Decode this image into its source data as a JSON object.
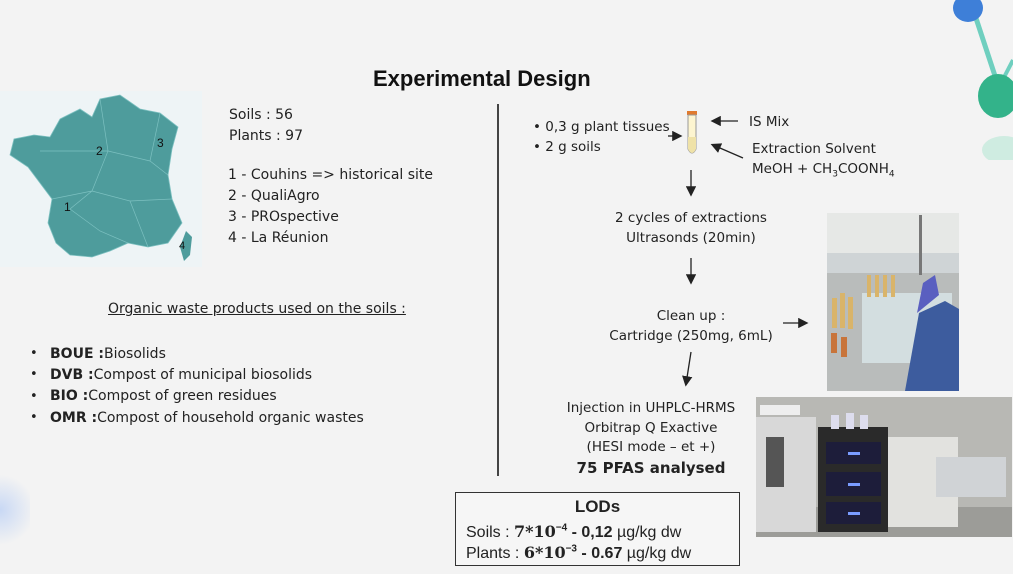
{
  "title": "Experimental Design",
  "map": {
    "labels": [
      "1",
      "2",
      "3",
      "4"
    ]
  },
  "samples": {
    "soils": "Soils : 56",
    "plants": "Plants : 97"
  },
  "sites": [
    "1 - Couhins => historical site",
    "2 - QualiAgro",
    "3 - PROspective",
    "4 - La Réunion"
  ],
  "organic_waste": {
    "heading": "Organic waste products used on the soils :",
    "items": [
      {
        "code": "BOUE :",
        "desc": " Biosolids"
      },
      {
        "code": "DVB :",
        "desc": " Compost of municipal biosolids"
      },
      {
        "code": "BIO :",
        "desc": " Compost of green residues"
      },
      {
        "code": "OMR :",
        "desc": " Compost of household organic wastes"
      }
    ]
  },
  "workflow": {
    "inputs": [
      "0,3 g  plant tissues",
      "2 g soils"
    ],
    "is_mix": "IS Mix",
    "extraction_solvent": "Extraction Solvent",
    "solvent_formula": {
      "a": "MeOH + CH",
      "s1": "3",
      "b": "COONH",
      "s2": "4"
    },
    "step1": [
      "2 cycles of extractions",
      "Ultrasonds (20min)"
    ],
    "step2": [
      "Clean up :",
      "Cartridge (250mg, 6mL)"
    ],
    "step3": [
      "Injection in UHPLC-HRMS",
      "Orbitrap Q Exactive",
      "(HESI mode – et +)"
    ],
    "step3_bold": "75 PFAS analysed"
  },
  "lods": {
    "title": "LODs",
    "soils": {
      "label": "Soils : ",
      "low": "7*10",
      "low_exp": "−4",
      "high": " - 0,12",
      "unit": " µg/kg dw"
    },
    "plants": {
      "label": "Plants : ",
      "low": "6*10",
      "low_exp": "−3",
      "high": " - 0.67",
      "unit": " µg/kg dw"
    }
  },
  "colors": {
    "map_fill": "#4e9c9c",
    "accent_teal": "#3aa384",
    "accent_blue": "#2f6fd6"
  }
}
